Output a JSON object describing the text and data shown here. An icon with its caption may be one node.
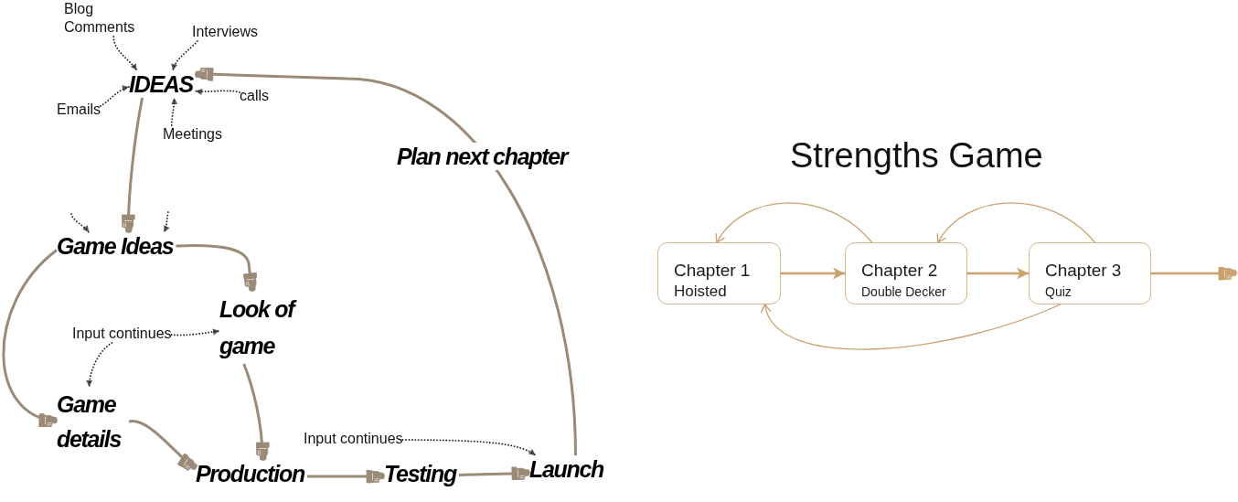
{
  "diagram": {
    "title": "Strengths Game",
    "nodes": [
      {
        "text": [
          "Blog Comments"
        ]
      },
      {
        "text": [
          "Interviews"
        ]
      },
      {
        "text": [
          "IDEAS"
        ]
      },
      {
        "text": [
          "Emails"
        ]
      },
      {
        "text": [
          "calls"
        ]
      },
      {
        "text": [
          "Meetings"
        ]
      },
      {
        "text": [
          "Game Ideas"
        ]
      },
      {
        "text": [
          "Look of game"
        ]
      },
      {
        "text": [
          "Input continues"
        ]
      },
      {
        "text": [
          "Game details"
        ]
      },
      {
        "text": [
          "Production"
        ]
      },
      {
        "text": [
          "Input continues"
        ]
      },
      {
        "text": [
          "Testing"
        ]
      },
      {
        "text": [
          "Launch"
        ]
      },
      {
        "text": [
          "Chapter 1",
          "Hoisted"
        ]
      },
      {
        "text": [
          "Chapter 2",
          "Double Decker"
        ]
      },
      {
        "text": [
          "Chapter 3",
          "Quiz"
        ]
      }
    ],
    "edges": [
      {
        "from": 0,
        "to": 2,
        "arrow": "to",
        "style": "dashed"
      },
      {
        "from": 1,
        "to": 2,
        "arrow": "to",
        "style": "dashed"
      },
      {
        "from": 3,
        "to": 2,
        "arrow": "to",
        "style": "dashed"
      },
      {
        "from": 4,
        "to": 2,
        "arrow": "to",
        "style": "dashed"
      },
      {
        "from": 5,
        "to": 2,
        "arrow": "to",
        "style": "dashed"
      },
      {
        "from": 2,
        "to": 6,
        "arrow": "to",
        "color": "#9b8a78"
      },
      {
        "from": null,
        "to": 6,
        "arrow": "to",
        "style": "dashed"
      },
      {
        "from": null,
        "to": 6,
        "arrow": "to",
        "style": "dashed"
      },
      {
        "from": 6,
        "to": 7,
        "arrow": "to",
        "color": "#9b8a78"
      },
      {
        "from": 6,
        "to": 9,
        "arrow": "to",
        "color": "#9b8a78"
      },
      {
        "from": 8,
        "to": 7,
        "arrow": "to",
        "style": "dashed"
      },
      {
        "from": 8,
        "to": 9,
        "arrow": "to",
        "style": "dashed"
      },
      {
        "from": 7,
        "to": 10,
        "arrow": "to",
        "color": "#9b8a78"
      },
      {
        "from": 9,
        "to": 10,
        "arrow": "to",
        "color": "#9b8a78"
      },
      {
        "from": 10,
        "to": 12,
        "arrow": "to",
        "color": "#9b8a78"
      },
      {
        "from": 12,
        "to": 13,
        "arrow": "to",
        "color": "#9b8a78"
      },
      {
        "from": 13,
        "to": 2,
        "arrow": "to",
        "label": "Plan next chapter",
        "color": "#9b8a78"
      },
      {
        "from": 11,
        "to": 13,
        "arrow": "to",
        "style": "dashed"
      },
      {
        "from": 14,
        "to": 15,
        "arrow": "to",
        "color": "#c9a26d"
      },
      {
        "from": 15,
        "to": 16,
        "arrow": "to",
        "color": "#c9a26d"
      },
      {
        "from": 15,
        "to": 14,
        "arrow": "to",
        "color": "#c9a26d"
      },
      {
        "from": 16,
        "to": 15,
        "arrow": "to",
        "color": "#c9a26d"
      },
      {
        "from": 16,
        "to": 14,
        "arrow": "to",
        "color": "#c9a26d"
      },
      {
        "from": 16,
        "to": null,
        "arrow": "to",
        "color": "#c9a26d"
      }
    ]
  }
}
